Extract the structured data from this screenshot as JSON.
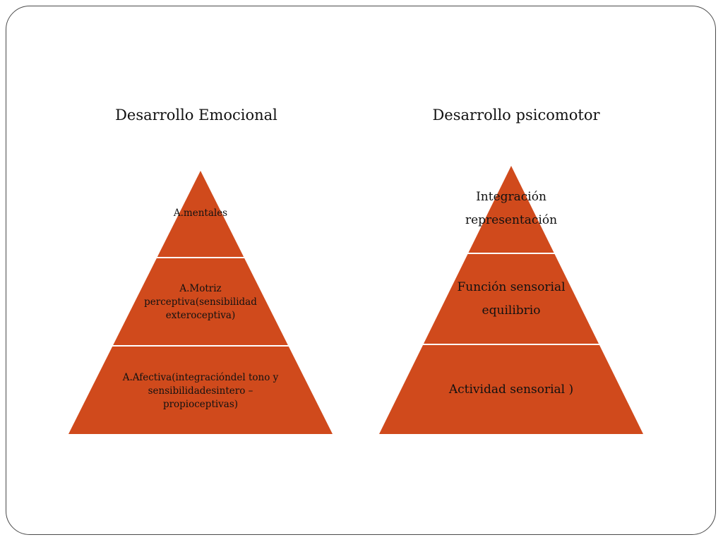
{
  "colors": {
    "fill": "#d04a1c",
    "divider": "#ffffff",
    "text": "#111111",
    "frame": "#4a4a4a"
  },
  "left_pyramid": {
    "title": "Desarrollo Emocional",
    "levels": [
      {
        "lines": [
          "A.mentales"
        ]
      },
      {
        "lines": [
          "A.Motriz",
          "perceptiva(sensibilidad",
          "exteroceptiva)"
        ]
      },
      {
        "lines": [
          "A.Afectiva(integracióndel tono y",
          "sensibilidadesintero –",
          "propioceptivas)"
        ]
      }
    ]
  },
  "right_pyramid": {
    "title": "Desarrollo psicomotor",
    "levels": [
      {
        "lines": [
          "Integración",
          "representación"
        ]
      },
      {
        "lines": [
          "Función sensorial",
          "equilibrio"
        ]
      },
      {
        "lines": [
          "Actividad sensorial )"
        ]
      }
    ]
  }
}
